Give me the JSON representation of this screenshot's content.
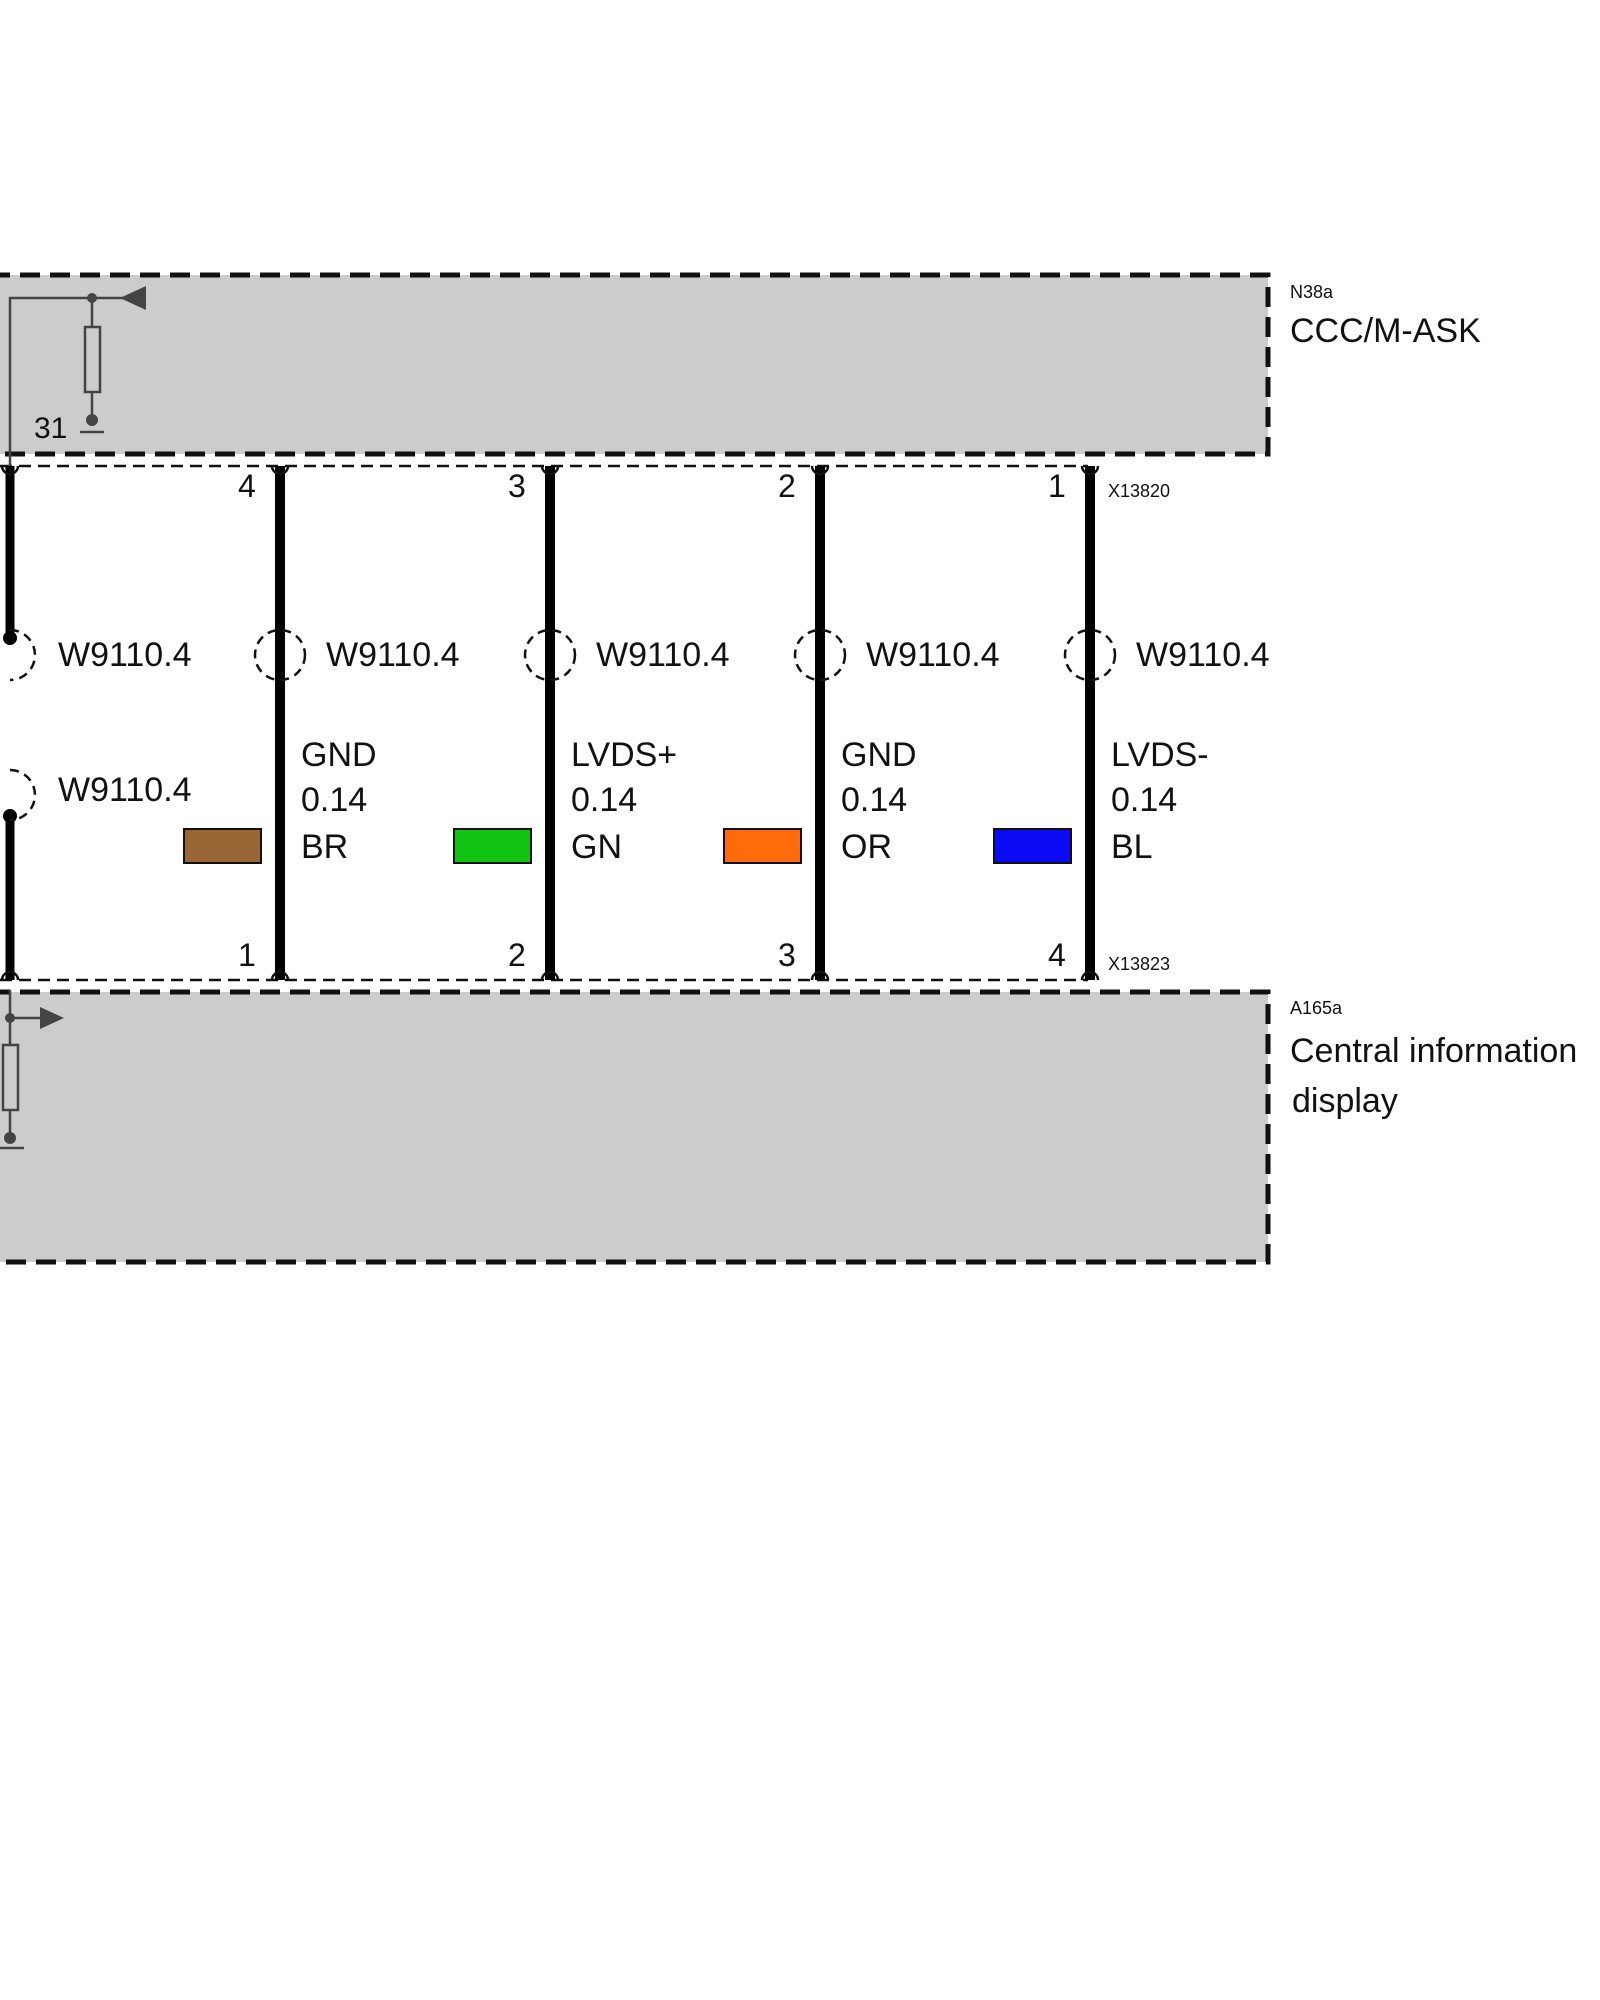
{
  "top_module": {
    "id": "N38a",
    "name": "CCC/M-ASK"
  },
  "bottom_module": {
    "id": "A165a",
    "name_line1": "Central information",
    "name_line2": "display"
  },
  "top_connector": "X13820",
  "bottom_connector": "X13823",
  "ground_label": "31",
  "extra_wire": {
    "top_shield": "W9110.4",
    "bottom_shield": "W9110.4"
  },
  "wires": [
    {
      "shield": "W9110.4",
      "signal": "GND",
      "gauge": "0.14",
      "color_code": "BR",
      "color": "#9a6635",
      "top_pin": "4",
      "bottom_pin": "1"
    },
    {
      "shield": "W9110.4",
      "signal": "LVDS+",
      "gauge": "0.14",
      "color_code": "GN",
      "color": "#11c411",
      "top_pin": "3",
      "bottom_pin": "2"
    },
    {
      "shield": "W9110.4",
      "signal": "GND",
      "gauge": "0.14",
      "color_code": "OR",
      "color": "#ff6a0a",
      "top_pin": "2",
      "bottom_pin": "3"
    },
    {
      "shield": "W9110.4",
      "signal": "LVDS-",
      "gauge": "0.14",
      "color_code": "BL",
      "color": "#0a0af5",
      "top_pin": "1",
      "bottom_pin": "4"
    }
  ]
}
